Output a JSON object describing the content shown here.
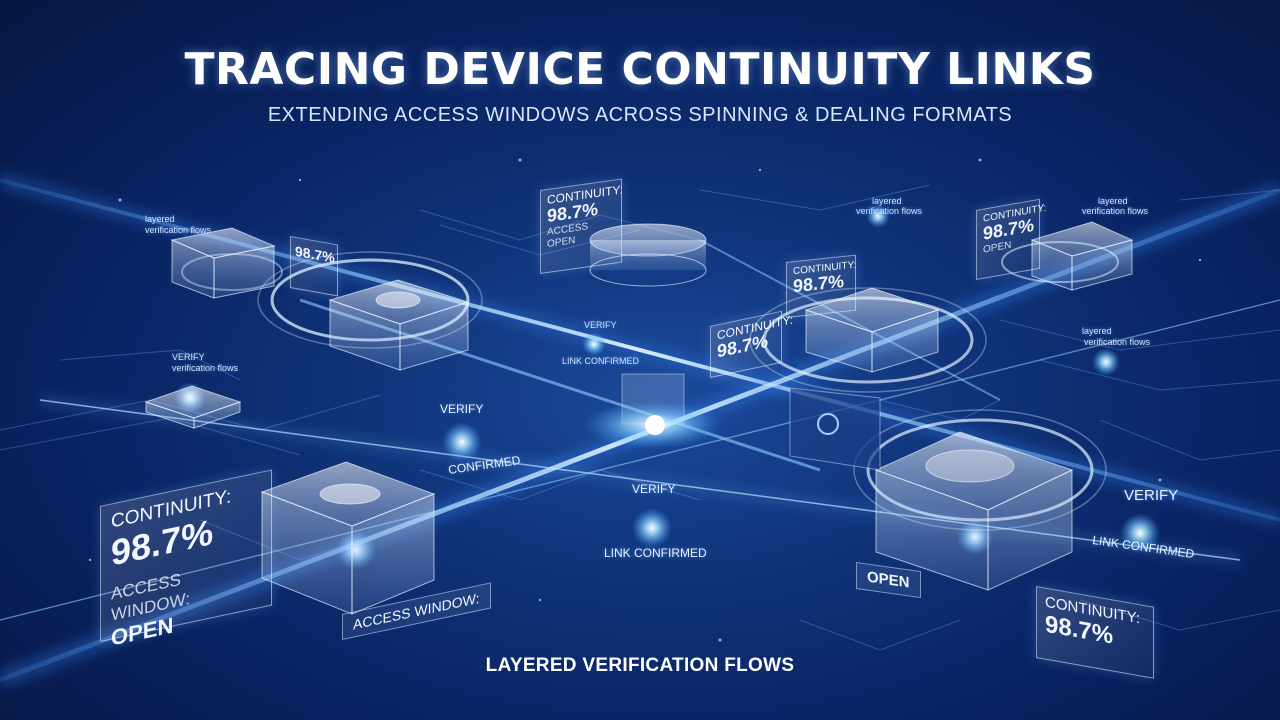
{
  "header": {
    "title": "TRACING DEVICE CONTINUITY LINKS",
    "subtitle": "EXTENDING ACCESS WINDOWS ACROSS SPINNING & DEALING FORMATS"
  },
  "footer": {
    "caption": "LAYERED VERIFICATION FLOWS"
  },
  "labels": {
    "layered_a": "layered",
    "flows_a": "verification flows",
    "layered_b": "layered",
    "flows_b": "verification flows",
    "layered_c": "layered",
    "flows_c": "verification flows",
    "verify_top": "VERIFY",
    "verify_left": "VERIFY",
    "flows_left": "verification flows",
    "link_confirmed_top": "LINK CONFIRMED",
    "verify_mid": "VERIFY",
    "confirmed_mid": "CONFIRMED",
    "verify_center": "VERIFY",
    "link_confirmed_center": "LINK CONFIRMED",
    "verify_right": "VERIFY",
    "link_confirmed_right": "LINK CONFIRMED"
  },
  "panels": {
    "continuity_small_1": {
      "head": "CONTINUITY:",
      "value": "98.7%",
      "sub": "ACCESS",
      "sub2": "OPEN"
    },
    "continuity_small_2": {
      "value": "98.7%"
    },
    "continuity_small_3": {
      "head": "CONTINUITY:",
      "value": "98.7%"
    },
    "continuity_small_4": {
      "head": "CONTINUITY:",
      "value": "98.7%",
      "sub": "OPEN"
    },
    "continuity_mid": {
      "head": "CONTINUITY:",
      "value": "98.7%"
    },
    "continuity_big_left": {
      "head": "CONTINUITY:",
      "value": "98.7%",
      "sub": "ACCESS WINDOW:",
      "open": "OPEN"
    },
    "continuity_big_right": {
      "head": "CONTINUITY:",
      "value": "98.7%"
    },
    "access_window_tag": "ACCESS WINDOW:",
    "open_tag": "OPEN"
  },
  "colors": {
    "background": "#0b2a6b",
    "beam": "#8fd0ff",
    "glow": "#ffffff",
    "text": "#ffffff"
  }
}
